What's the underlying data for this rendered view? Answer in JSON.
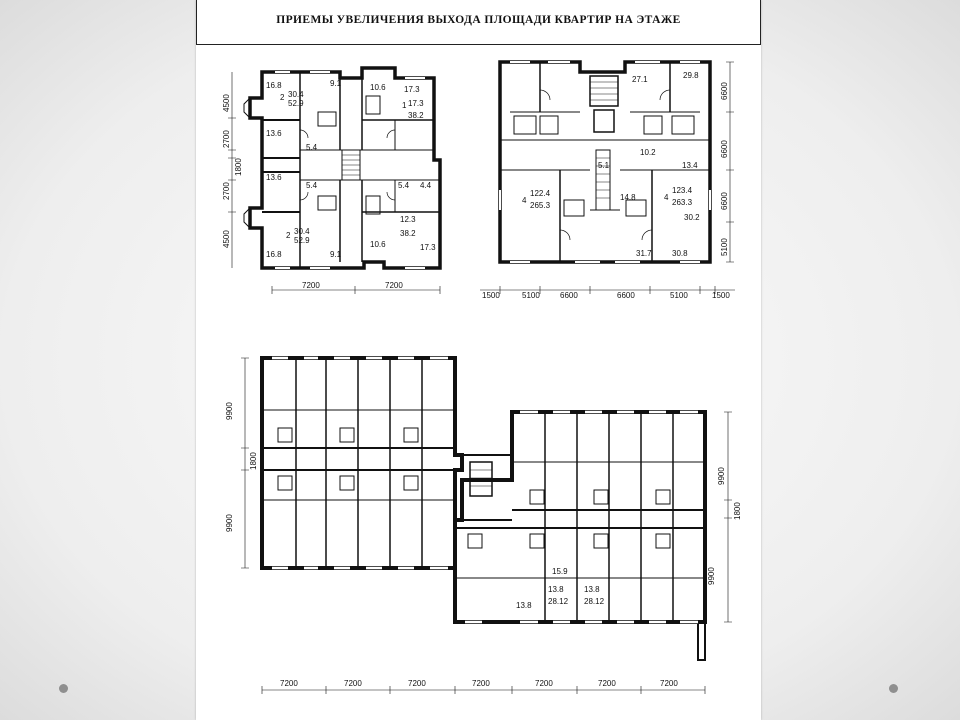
{
  "title": "ПРИЕМЫ УВЕЛИЧЕНИЯ ВЫХОДА ПЛОЩАДИ КВАРТИР НА ЭТАЖЕ",
  "plan_a": {
    "rooms": [
      "16.8",
      "9.1",
      "10.6",
      "17.3",
      "13.6",
      "5.4",
      "13.6",
      "5.4",
      "5.4",
      "4.4",
      "12.3",
      "38.2",
      "16.8",
      "9.1",
      "10.6",
      "17.3"
    ],
    "apartments": [
      {
        "n": "2",
        "living": "30.4",
        "total": "52.9"
      },
      {
        "n": "1",
        "living": "17.3",
        "total": "38.2"
      },
      {
        "n": "2",
        "living": "30.4",
        "total": "52.9"
      }
    ],
    "dims_left": [
      "4500",
      "2700",
      "1800",
      "2700",
      "4500"
    ],
    "dims_bottom": [
      "7200",
      "7200"
    ]
  },
  "plan_b": {
    "rooms": [
      "27.1",
      "29.8",
      "10.2",
      "5.1",
      "13.4",
      "14.8",
      "30.2",
      "31.7",
      "30.8"
    ],
    "apartments": [
      {
        "n": "4",
        "living": "122.4",
        "total": "265.3"
      },
      {
        "n": "4",
        "living": "123.4",
        "total": "263.3"
      }
    ],
    "dims_right": [
      "6600",
      "6600",
      "6600",
      "5100"
    ],
    "dims_bottom": [
      "1500",
      "5100",
      "6600",
      "6600",
      "5100",
      "1500"
    ]
  },
  "plan_c": {
    "rooms": [
      "13.8",
      "13.8",
      "15.9"
    ],
    "apartments": [
      {
        "living": "13.8",
        "total": "28.12"
      },
      {
        "living": "13.8",
        "total": "28.12"
      }
    ],
    "dims_left": [
      "9900",
      "1800",
      "9900"
    ],
    "dims_right": [
      "9900",
      "1800",
      "9900"
    ],
    "dims_bottom": [
      "7200",
      "7200",
      "7200",
      "7200",
      "7200",
      "7200",
      "7200"
    ]
  },
  "colors": {
    "ink": "#111111",
    "paper": "#ffffff",
    "slide": "#ececec",
    "dot": "#8f8f8f"
  }
}
